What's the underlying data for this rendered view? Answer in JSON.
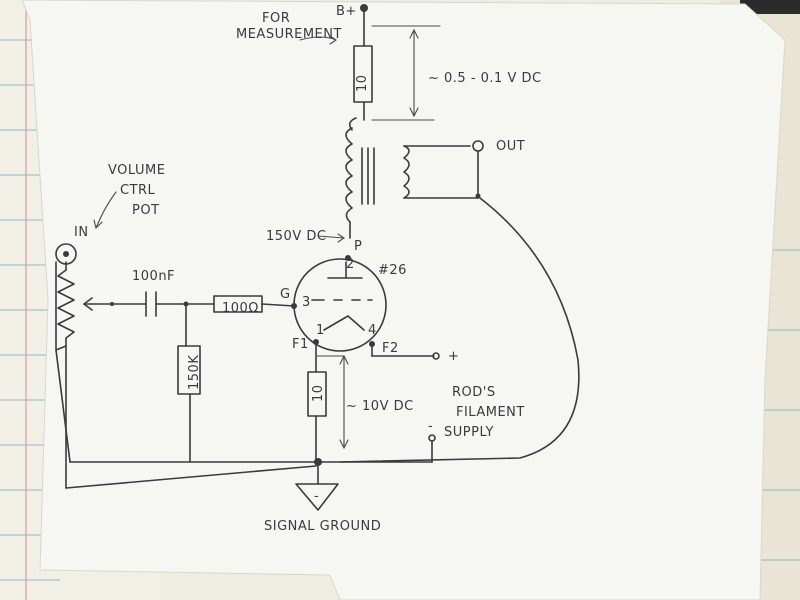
{
  "labels": {
    "b_plus": "B+",
    "for_measurement_1": "FOR",
    "for_measurement_2": "MEASUREMENT",
    "voltage_drop": "~ 0.5 - 0.1 V DC",
    "out": "OUT",
    "volume_1": "VOLUME",
    "volume_2": "CTRL",
    "volume_3": "POT",
    "in": "IN",
    "plate_voltage": "150V DC",
    "plate": "P",
    "tube": "#26",
    "grid": "G",
    "pin_plate": "2",
    "pin_grid": "3",
    "pin_f1": "1",
    "pin_f2": "4",
    "f1": "F1",
    "f2": "F2",
    "cap": "100nF",
    "grid_res": "100Ω",
    "grid_leak": "150K",
    "cathode_res": "10",
    "measure_res": "10",
    "cathode_voltage": "~ 10V DC",
    "plus": "+",
    "minus": "-",
    "filament_1": "ROD'S",
    "filament_2": "FILAMENT",
    "filament_3": "SUPPLY",
    "signal_ground": "SIGNAL GROUND",
    "gnd_mark": "-"
  },
  "colors": {
    "paper": "#f4f4f2",
    "ink": "#3a3a40",
    "notebook_paper": "#f2f0e6",
    "notebook_rule": "#8fb6c9",
    "desk": "#6b6258"
  }
}
